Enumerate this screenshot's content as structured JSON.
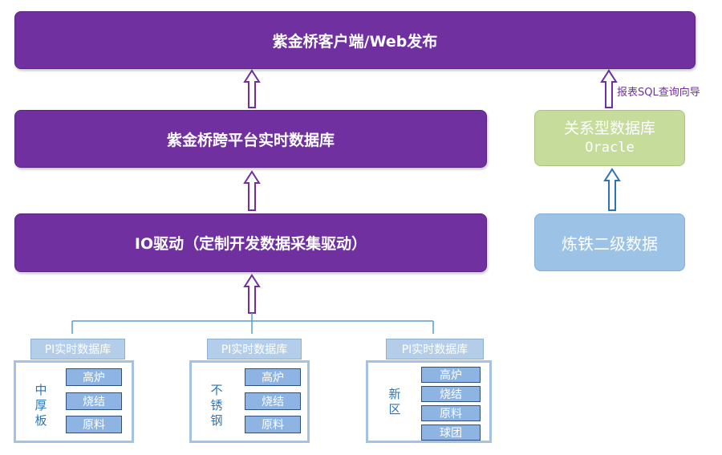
{
  "top_box": "紫金桥客户端/Web发布",
  "rtdb_box": "紫金桥跨平台实时数据库",
  "io_box": "IO驱动（定制开发数据采集驱动）",
  "oracle_box": {
    "line1": "关系型数据库",
    "line2": "Oracle"
  },
  "iron_box": "炼铁二级数据",
  "report_label": "报表SQL查询向导",
  "sources": [
    {
      "label": "PI实时数据库",
      "plant": [
        "中",
        "厚",
        "板"
      ],
      "items": [
        "高炉",
        "烧结",
        "原料"
      ]
    },
    {
      "label": "PI实时数据库",
      "plant": [
        "不",
        "锈",
        "钢"
      ],
      "items": [
        "高炉",
        "烧结",
        "原料"
      ]
    },
    {
      "label": "PI实时数据库",
      "plant": [
        "新",
        "区"
      ],
      "items": [
        "高炉",
        "烧结",
        "原料",
        "球团"
      ]
    }
  ],
  "colors": {
    "purple": "#7030a0",
    "green": "#c5dc9a",
    "blue": "#9cc2e5",
    "frame": "#a5c2e3",
    "item": "#8db4e2"
  }
}
